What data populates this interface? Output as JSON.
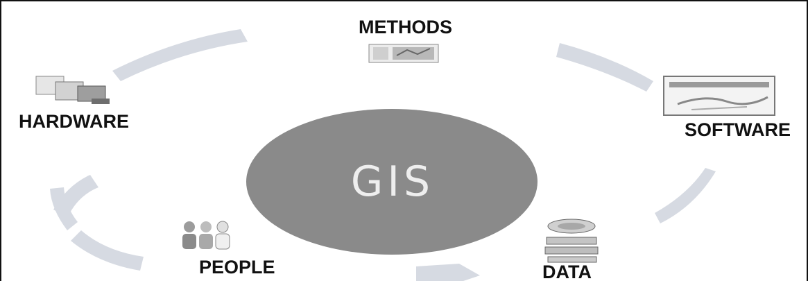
{
  "diagram": {
    "center": {
      "label": "GIS"
    },
    "components": [
      {
        "key": "methods",
        "label": "METHODS",
        "icon": "methods-icon"
      },
      {
        "key": "software",
        "label": "SOFTWARE",
        "icon": "software-icon"
      },
      {
        "key": "data",
        "label": "DATA",
        "icon": "data-icon"
      },
      {
        "key": "people",
        "label": "PEOPLE",
        "icon": "people-icon"
      },
      {
        "key": "hardware",
        "label": "HARDWARE",
        "icon": "hardware-icon"
      }
    ],
    "colors": {
      "center_fill": "#8a8a8a",
      "arc_fill": "#d6dae2",
      "center_text": "#eeeeee"
    }
  }
}
